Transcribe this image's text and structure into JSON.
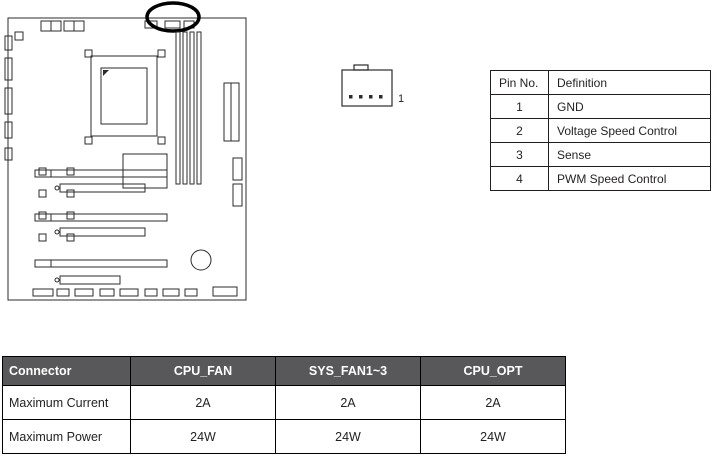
{
  "fan_connector": {
    "pin1_label": "1"
  },
  "pin_table": {
    "headers": [
      "Pin No.",
      "Definition"
    ],
    "rows": [
      {
        "pin": "1",
        "definition": "GND"
      },
      {
        "pin": "2",
        "definition": "Voltage Speed Control"
      },
      {
        "pin": "3",
        "definition": "Sense"
      },
      {
        "pin": "4",
        "definition": "PWM Speed Control"
      }
    ]
  },
  "spec_table": {
    "headers": [
      "Connector",
      "CPU_FAN",
      "SYS_FAN1~3",
      "CPU_OPT"
    ],
    "rows": [
      {
        "label": "Maximum Current",
        "values": [
          "2A",
          "2A",
          "2A"
        ]
      },
      {
        "label": "Maximum Power",
        "values": [
          "24W",
          "24W",
          "24W"
        ]
      }
    ]
  }
}
